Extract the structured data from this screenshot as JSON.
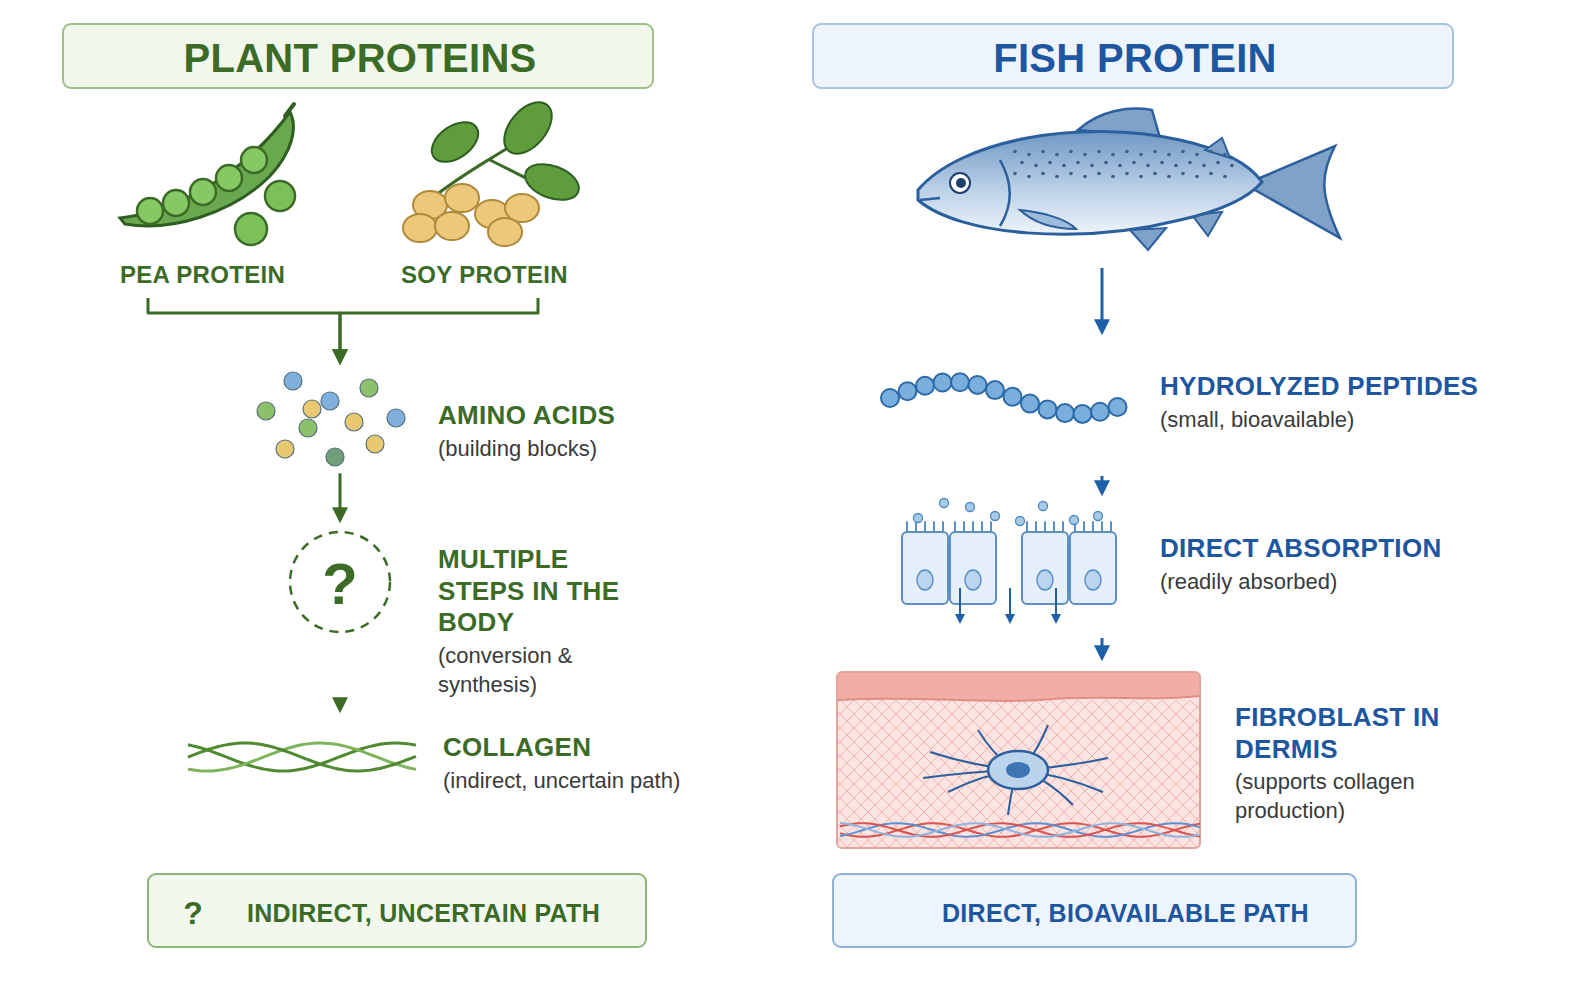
{
  "diagram": {
    "nodes": [
      {
        "text": [
          "PLANT PROTEINS"
        ]
      },
      {
        "text": [
          "PEA PROTEIN"
        ]
      },
      {
        "text": [
          "SOY PROTEIN"
        ]
      },
      {
        "text": [
          "AMINO ACIDS",
          "(building blocks)"
        ]
      },
      {
        "text": [
          "MULTIPLE STEPS IN THE BODY",
          "(conversion & synthesis)"
        ]
      },
      {
        "text": [
          "COLLAGEN",
          "(indirect, uncertain path)"
        ]
      },
      {
        "text": [
          "INDIRECT, UNCERTAIN PATH"
        ]
      },
      {
        "text": [
          "FISH PROTEIN"
        ]
      },
      {
        "text": [
          "HYDROLYZED PEPTIDES",
          "(small, bioavailable)"
        ]
      },
      {
        "text": [
          "DIRECT ABSORPTION",
          "(readily absorbed)"
        ]
      },
      {
        "text": [
          "FIBROBLAST IN DERMIS",
          "(supports collagen production)"
        ]
      },
      {
        "text": [
          "DIRECT, BIOAVAILABLE PATH"
        ]
      }
    ],
    "edges": [
      {
        "from": 1,
        "to": 3,
        "arrow": "to"
      },
      {
        "from": 2,
        "to": 3,
        "arrow": "to"
      },
      {
        "from": 3,
        "to": 4,
        "arrow": "to"
      },
      {
        "from": 4,
        "to": 5,
        "arrow": "to"
      },
      {
        "from": 8,
        "to": 9,
        "arrow": "to"
      },
      {
        "from": 9,
        "to": 10,
        "arrow": "to"
      }
    ],
    "labels": [
      "?",
      "?"
    ]
  }
}
